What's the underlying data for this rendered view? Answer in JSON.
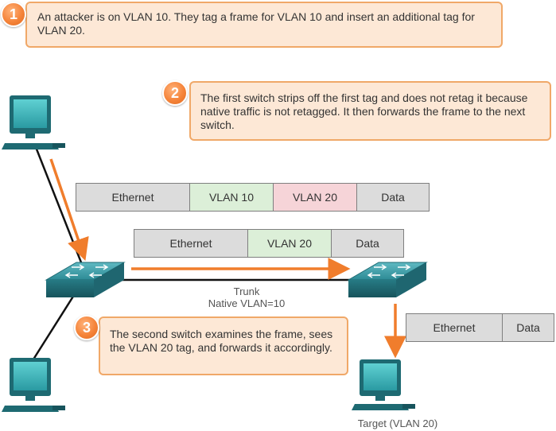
{
  "callouts": [
    {
      "number": "1",
      "text": "An attacker is on VLAN 10. They tag a frame for VLAN 10 and insert an additional tag for VLAN 20."
    },
    {
      "number": "2",
      "text": "The first switch strips off the first tag and does not retag it because native traffic is not retagged. It then forwards the frame to the next switch."
    },
    {
      "number": "3",
      "text": "The second switch examines the frame, sees the VLAN 20 tag, and forwards it accordingly."
    }
  ],
  "frames": {
    "double_tagged": [
      "Ethernet",
      "VLAN 10",
      "VLAN 20",
      "Data"
    ],
    "single_tagged": [
      "Ethernet",
      "VLAN 20",
      "Data"
    ],
    "untagged": [
      "Ethernet",
      "Data"
    ]
  },
  "labels": {
    "trunk": "Trunk",
    "native_vlan": "Native VLAN=10",
    "target": "Target (VLAN 20)"
  },
  "colors": {
    "callout_fill": "#fde8d6",
    "callout_border": "#f0a868",
    "arrow": "#f07d2c",
    "vlan10_fill": "#dcefd8",
    "vlan20_attack_fill": "#f6d4d8",
    "switch": "#2f8f9a",
    "pc_screen": "#3fb3b8"
  }
}
